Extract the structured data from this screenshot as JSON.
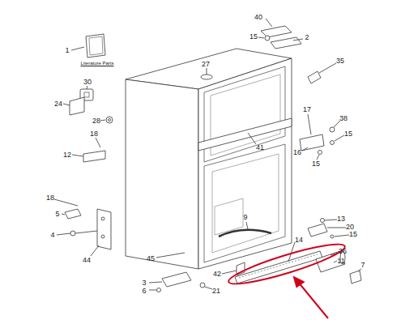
{
  "diagram": {
    "labels": [
      "1",
      "Literature Parts",
      "40",
      "15",
      "2",
      "27",
      "35",
      "30",
      "24",
      "28",
      "18",
      "12",
      "17",
      "38",
      "15",
      "16",
      "15",
      "41",
      "18",
      "5",
      "4",
      "44",
      "45",
      "9",
      "13",
      "20",
      "15",
      "14",
      "36",
      "11",
      "42",
      "7",
      "3",
      "6",
      "21"
    ]
  }
}
